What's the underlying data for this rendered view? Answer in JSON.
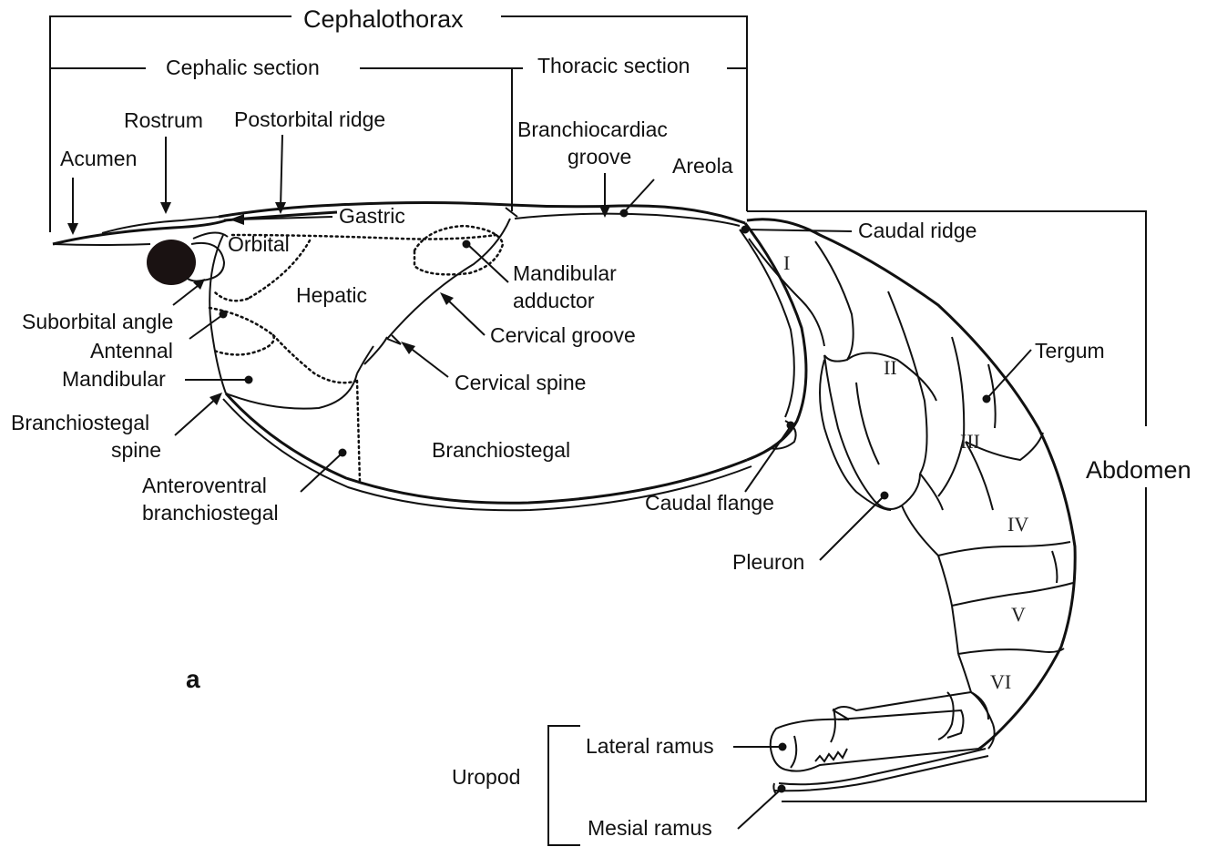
{
  "labels": {
    "cephalothorax": "Cephalothorax",
    "cephalic_section": "Cephalic section",
    "thoracic_section": "Thoracic section",
    "rostrum": "Rostrum",
    "postorbital_ridge": "Postorbital ridge",
    "acumen": "Acumen",
    "branchiocardiac_groove_1": "Branchiocardiac",
    "branchiocardiac_groove_2": "groove",
    "areola": "Areola",
    "gastric": "Gastric",
    "orbital": "Orbital",
    "caudal_ridge": "Caudal ridge",
    "mandibular_adductor_1": "Mandibular",
    "mandibular_adductor_2": "adductor",
    "hepatic": "Hepatic",
    "suborbital_angle": "Suborbital angle",
    "antennal": "Antennal",
    "cervical_groove": "Cervical groove",
    "tergum": "Tergum",
    "mandibular": "Mandibular",
    "cervical_spine": "Cervical spine",
    "branchiostegal_spine_1": "Branchiostegal",
    "branchiostegal_spine_2": "spine",
    "branchiostegal": "Branchiostegal",
    "abdomen": "Abdomen",
    "anteroventral_1": "Anteroventral",
    "anteroventral_2": "branchiostegal",
    "caudal_flange": "Caudal flange",
    "pleuron": "Pleuron",
    "panel": "a",
    "lateral_ramus": "Lateral ramus",
    "uropod": "Uropod",
    "mesial_ramus": "Mesial ramus"
  },
  "segments": [
    "I",
    "II",
    "III",
    "IV",
    "V",
    "VI"
  ]
}
